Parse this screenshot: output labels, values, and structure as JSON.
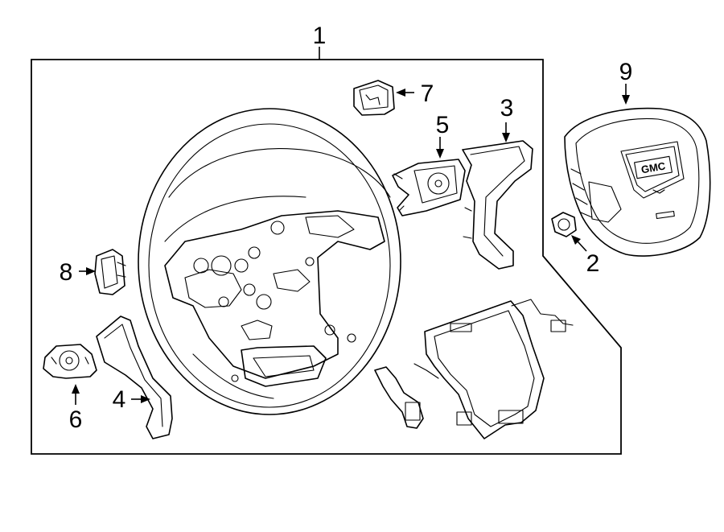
{
  "diagram": {
    "callouts": [
      {
        "id": "1",
        "label": "1",
        "part": "steering-wheel-assembly"
      },
      {
        "id": "2",
        "label": "2",
        "part": "nut"
      },
      {
        "id": "3",
        "label": "3",
        "part": "right-trim-bezel"
      },
      {
        "id": "4",
        "label": "4",
        "part": "left-trim-bezel"
      },
      {
        "id": "5",
        "label": "5",
        "part": "right-control-switch"
      },
      {
        "id": "6",
        "label": "6",
        "part": "left-control-switch"
      },
      {
        "id": "7",
        "label": "7",
        "part": "clip-module"
      },
      {
        "id": "8",
        "label": "8",
        "part": "switch-connector"
      },
      {
        "id": "9",
        "label": "9",
        "part": "airbag-module"
      }
    ],
    "badge_text": "GMC"
  }
}
